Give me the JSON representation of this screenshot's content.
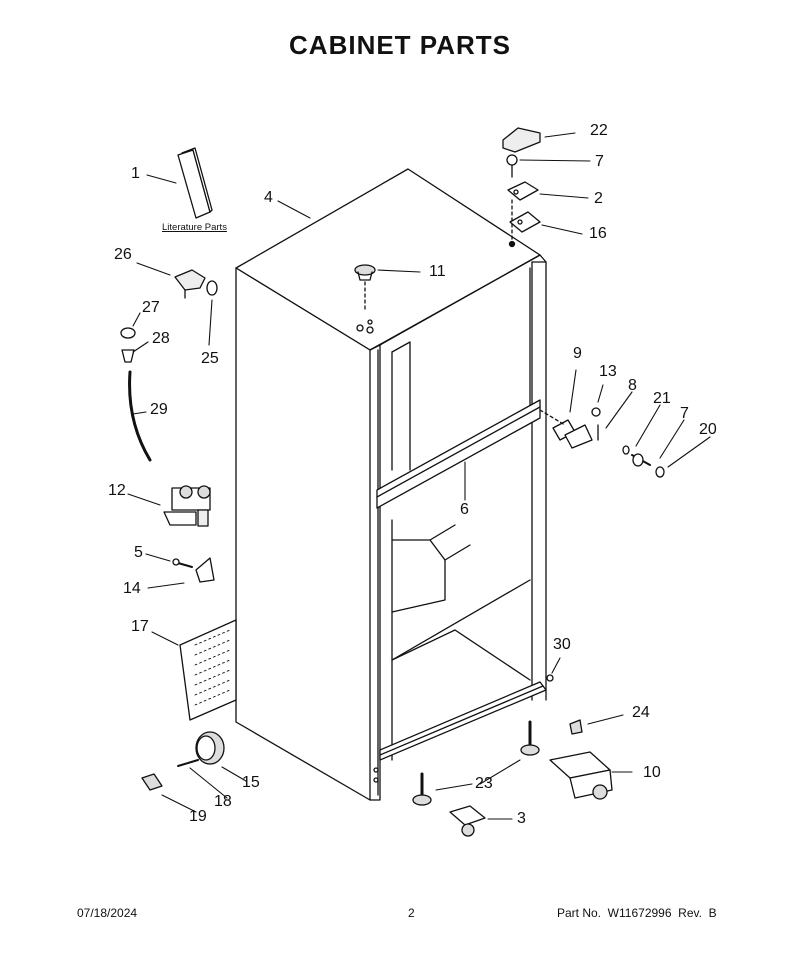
{
  "title": "CABINET PARTS",
  "literature_label": "Literature Parts",
  "callouts": {
    "c1": "1",
    "c2": "2",
    "c3": "3",
    "c4": "4",
    "c5": "5",
    "c6": "6",
    "c7a": "7",
    "c7b": "7",
    "c8": "8",
    "c9": "9",
    "c10": "10",
    "c11": "11",
    "c12": "12",
    "c13": "13",
    "c14": "14",
    "c15": "15",
    "c16": "16",
    "c17": "17",
    "c18": "18",
    "c19": "19",
    "c20": "20",
    "c21": "21",
    "c22": "22",
    "c23": "23",
    "c24": "24",
    "c25": "25",
    "c26": "26",
    "c27": "27",
    "c28": "28",
    "c29": "29",
    "c30": "30"
  },
  "footer": {
    "date": "07/18/2024",
    "page": "2",
    "part_no": "Part No.  W11672996  Rev.  B"
  }
}
